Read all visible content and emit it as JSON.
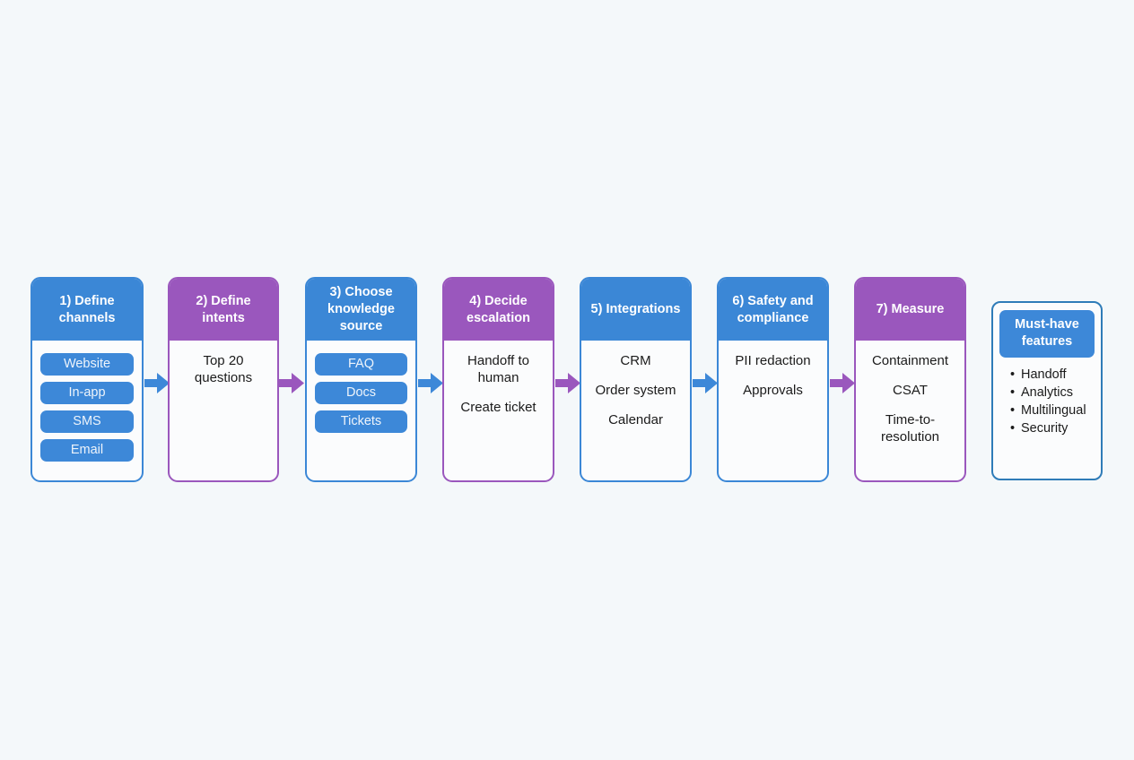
{
  "canvas": {
    "background": "#f4f8fa",
    "accent_blue": "#3b87d6",
    "accent_purple": "#9a57bd",
    "sidebox_border": "#2f7cb8",
    "text_color": "#1b1b1b"
  },
  "diagram": {
    "steps": [
      {
        "id": "define-channels",
        "title": "1) Define channels",
        "accent": "blue",
        "body_type": "pills",
        "items": [
          "Website",
          "In-app",
          "SMS",
          "Email"
        ]
      },
      {
        "id": "define-intents",
        "title": "2) Define intents",
        "accent": "purple",
        "body_type": "text",
        "items": [
          "Top 20 questions"
        ]
      },
      {
        "id": "choose-knowledge-source",
        "title": "3) Choose knowledge source",
        "accent": "blue",
        "body_type": "pills",
        "items": [
          "FAQ",
          "Docs",
          "Tickets"
        ]
      },
      {
        "id": "decide-escalation",
        "title": "4) Decide escalation",
        "accent": "purple",
        "body_type": "text",
        "items": [
          "Handoff to human",
          "Create ticket"
        ]
      },
      {
        "id": "integrations",
        "title": "5) Integrations",
        "accent": "blue",
        "body_type": "text",
        "items": [
          "CRM",
          "Order system",
          "Calendar"
        ]
      },
      {
        "id": "safety-and-compliance",
        "title": "6) Safety and compliance",
        "accent": "blue",
        "body_type": "text",
        "items": [
          "PII redaction",
          "Approvals"
        ]
      },
      {
        "id": "measure",
        "title": "7) Measure",
        "accent": "purple",
        "body_type": "text",
        "items": [
          "Containment",
          "CSAT",
          "Time-to-resolution"
        ]
      }
    ],
    "connectors": [
      {
        "id": "arrow-1-to-2",
        "color": "#3d88d8"
      },
      {
        "id": "arrow-2-to-3",
        "color": "#9a57bd"
      },
      {
        "id": "arrow-3-to-4",
        "color": "#3d88d8"
      },
      {
        "id": "arrow-4-to-5",
        "color": "#9a57bd"
      },
      {
        "id": "arrow-5-to-6",
        "color": "#3d88d8"
      },
      {
        "id": "arrow-6-to-7",
        "color": "#9a57bd"
      }
    ],
    "sidebox": {
      "title": "Must-have features",
      "items": [
        "Handoff",
        "Analytics",
        "Multilingual",
        "Security"
      ]
    }
  }
}
